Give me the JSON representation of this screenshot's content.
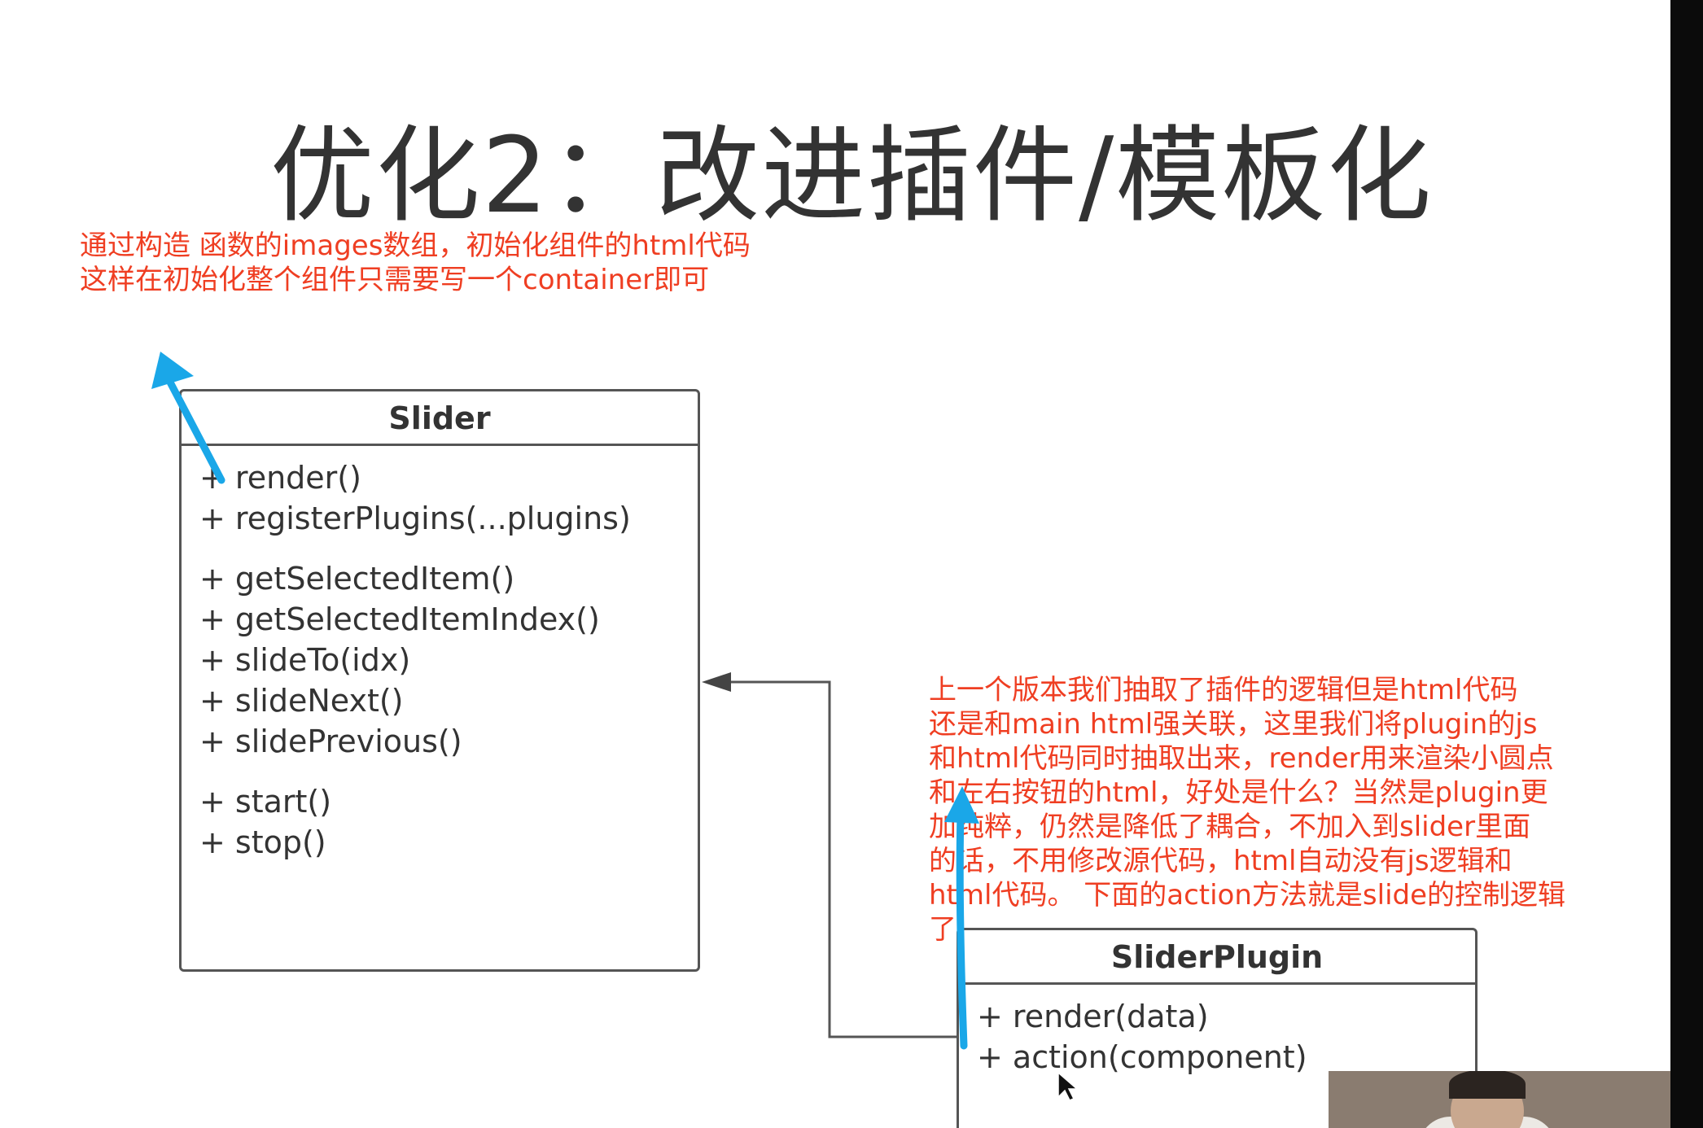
{
  "slide": {
    "title": "优化2：改进插件/模板化"
  },
  "annotations": {
    "top_note": {
      "line1": "通过构造 函数的images数组，初始化组件的html代码",
      "line2": "这样在初始化整个组件只需要写一个container即可"
    },
    "right_note": {
      "lines": [
        "上一个版本我们抽取了插件的逻辑但是html代码",
        "还是和main html强关联，这里我们将plugin的js",
        "和html代码同时抽取出来，render用来渲染小圆点",
        "和左右按钮的html，好处是什么？当然是plugin更",
        "加纯粹，仍然是降低了耦合，不加入到slider里面",
        "的话，不用修改源代码，html自动没有js逻辑和",
        "html代码。 下面的action方法就是slide的控制逻辑",
        "了"
      ]
    },
    "color": "#ef3e22",
    "arrow_color": "#1aa7e8"
  },
  "uml": {
    "slider": {
      "name": "Slider",
      "group1": [
        "+ render()",
        "+ registerPlugins(...plugins)"
      ],
      "group2": [
        "+ getSelectedItem()",
        "+ getSelectedItemIndex()",
        "+ slideTo(idx)",
        "+ slideNext()",
        "+ slidePrevious()"
      ],
      "group3": [
        "+ start()",
        "+ stop()"
      ]
    },
    "slider_plugin": {
      "name": "SliderPlugin",
      "methods": [
        "+ render(data)",
        "+ action(component)"
      ]
    }
  }
}
